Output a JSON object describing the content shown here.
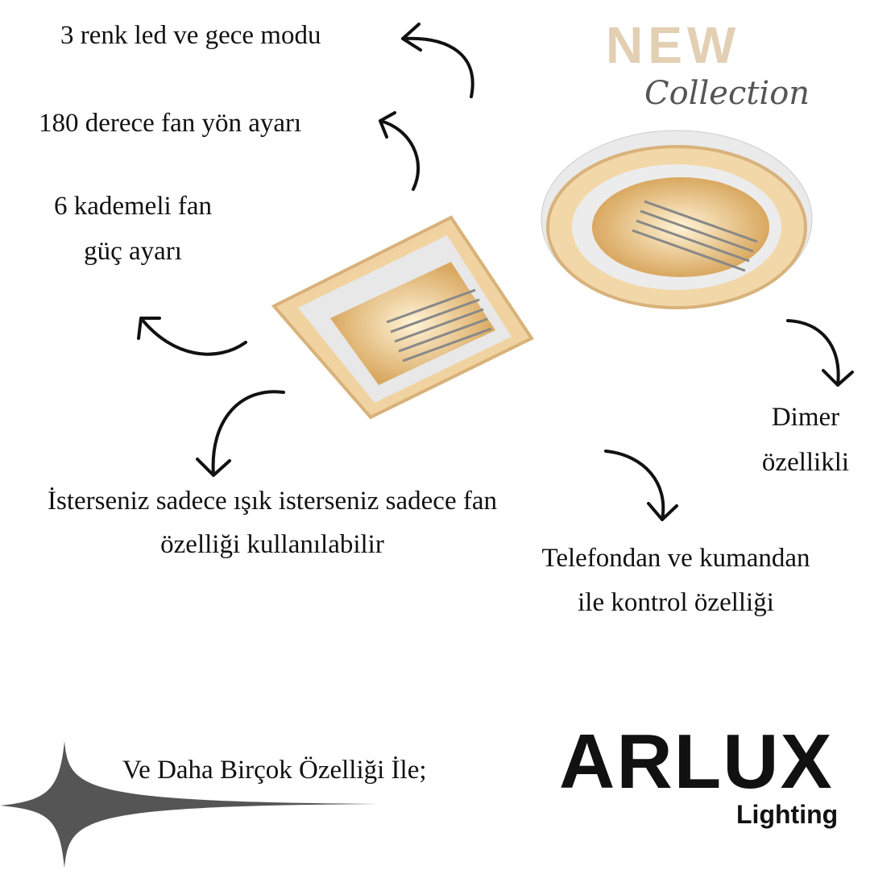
{
  "badge": {
    "new": "NEW",
    "collection": "Collection"
  },
  "features": {
    "led": "3 renk led ve gece modu",
    "direction": "180 derece fan yön ayarı",
    "speed_line1": "6 kademeli fan",
    "speed_line2": "güç ayarı",
    "dimmer_line1": "Dimer",
    "dimmer_line2": "özellikli",
    "mode_line1": "İsterseniz sadece ışık isterseniz sadece fan",
    "mode_line2": "özelliği kullanılabilir",
    "control_line1": "Telefondan ve kumandan",
    "control_line2": "ile kontrol özelliği"
  },
  "footer": {
    "tagline": "Ve Daha Birçok Özelliği İle;"
  },
  "brand": {
    "name": "ARLUX",
    "sub": "Lighting"
  },
  "colors": {
    "accent": "#e3cfb3",
    "glow": "#e8c48a"
  }
}
